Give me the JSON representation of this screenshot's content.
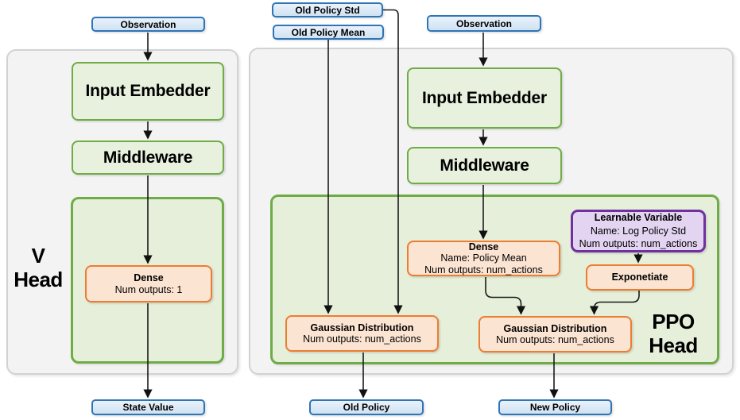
{
  "v_head": {
    "label": [
      "V",
      "Head"
    ],
    "observation": "Observation",
    "input_embedder": "Input Embedder",
    "middleware": "Middleware",
    "dense": {
      "title": "Dense",
      "line2": "Num outputs: 1"
    },
    "state_value": "State Value"
  },
  "ppo_head": {
    "label": [
      "PPO",
      "Head"
    ],
    "old_policy_std": "Old Policy Std",
    "old_policy_mean": "Old Policy Mean",
    "observation": "Observation",
    "input_embedder": "Input Embedder",
    "middleware": "Middleware",
    "dense": {
      "title": "Dense",
      "line2": "Name: Policy Mean",
      "line3": "Num outputs: num_actions"
    },
    "learnable_variable": {
      "title": "Learnable Variable",
      "line2": "Name: Log Policy Std",
      "line3": "Num outputs: num_actions"
    },
    "exponetiate": "Exponetiate",
    "gaussian_old": {
      "title": "Gaussian Distribution",
      "line2": "Num outputs: num_actions"
    },
    "gaussian_new": {
      "title": "Gaussian Distribution",
      "line2": "Num outputs: num_actions"
    },
    "old_policy": "Old Policy",
    "new_policy": "New Policy"
  },
  "colors": {
    "blue_border": "#2E75B6",
    "blue_fill": "#DCE9F7",
    "green_border": "#6FAC47",
    "green_box_fill": "#E7F1DD",
    "green_container_fill": "#E5EFDA",
    "orange_border": "#ED7D31",
    "orange_fill": "#FCE4D2",
    "purple_border": "#7030A0",
    "purple_fill": "#E3D5F1",
    "panel_fill": "#F3F3F3",
    "panel_border": "#D2D2D2",
    "arrow": "#1A1A1A"
  }
}
